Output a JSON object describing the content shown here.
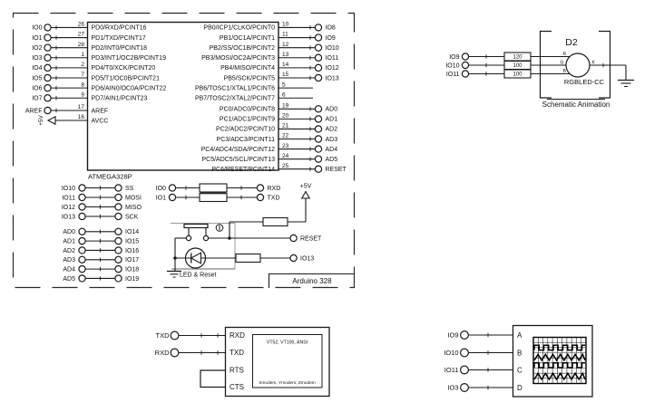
{
  "colors": {
    "line": "#1a1a1a",
    "background": "#ffffff",
    "muted_gray": "#9a9a9a"
  },
  "arduino_block": {
    "label": "Arduino 328",
    "ic": {
      "name": "ATMEGA328P",
      "left_pins": [
        {
          "num": "26",
          "label": "PD0/RXD/PCINT16",
          "term": "IO0"
        },
        {
          "num": "27",
          "label": "PD1/TXD/PCINT17",
          "term": "IO1"
        },
        {
          "num": "28",
          "label": "PD2/INT0/PCINT18",
          "term": "IO2"
        },
        {
          "num": "1",
          "label": "PD3/INT1/OC2B/PCINT19",
          "term": "IO3"
        },
        {
          "num": "2",
          "label": "PD4/T0/XCK/PCINT20",
          "term": "IO4"
        },
        {
          "num": "7",
          "label": "PD5/T1/OC0B/PCINT21",
          "term": "IO5"
        },
        {
          "num": "8",
          "label": "PD6/AIN0/OC0A/PCINT22",
          "term": "IO6"
        },
        {
          "num": "9",
          "label": "PD7/AIN1/PCINT23",
          "term": "IO7"
        },
        {
          "num": "17",
          "label": "AREF",
          "term": "AREF"
        }
      ],
      "avcc": {
        "num": "16",
        "label": "AVCC",
        "power": "+5V"
      },
      "right_pins_pb": [
        {
          "num": "10",
          "label": "PB0/ICP1/CLKO/PCINT0",
          "term": "IO8"
        },
        {
          "num": "11",
          "label": "PB1/OC1A/PCINT1",
          "term": "IO9"
        },
        {
          "num": "12",
          "pre": "PB2/",
          "ovl": "SS",
          "post": "/OC1B/PCINT2",
          "term": "IO10"
        },
        {
          "num": "13",
          "label": "PB3/MOSI/OC2A/PCINT3",
          "term": "IO11"
        },
        {
          "num": "14",
          "label": "PB4/MISO/PCINT4",
          "term": "IO12"
        },
        {
          "num": "15",
          "label": "PB5/SCK/PCINT5",
          "term": "IO13"
        },
        {
          "num": "5",
          "label": "PB6/TOSC1/XTAL1/PCINT6"
        },
        {
          "num": "6",
          "label": "PB7/TOSC2/XTAL2/PCINT7"
        }
      ],
      "right_pins_pc": [
        {
          "num": "19",
          "label": "PC0/ADC0/PCINT8",
          "term": "AD0"
        },
        {
          "num": "20",
          "label": "PC1/ADC1/PCINT9",
          "term": "AD1"
        },
        {
          "num": "21",
          "label": "PC2/ADC2/PCINT10",
          "term": "AD2"
        },
        {
          "num": "22",
          "label": "PC3/ADC3/PCINT11",
          "term": "AD3"
        },
        {
          "num": "23",
          "label": "PC4/ADC4/SDA/PCINT12",
          "term": "AD4"
        },
        {
          "num": "24",
          "label": "PC5/ADC5/SCL/PCINT13",
          "term": "AD5"
        },
        {
          "num": "25",
          "pre": "PC6/",
          "ovl": "RESET",
          "post": "/PCINT14",
          "term": "RESET"
        }
      ]
    },
    "pairs_spi": [
      {
        "left": "IO10",
        "right": "SS"
      },
      {
        "left": "IO11",
        "right": "MOSI"
      },
      {
        "left": "IO12",
        "right": "MISO"
      },
      {
        "left": "IO13",
        "right": "SCK"
      }
    ],
    "pairs_adc": [
      {
        "left": "AD0",
        "right": "IO14"
      },
      {
        "left": "AD1",
        "right": "IO15"
      },
      {
        "left": "AD2",
        "right": "IO16"
      },
      {
        "left": "AD3",
        "right": "IO17"
      },
      {
        "left": "AD4",
        "right": "IO18"
      },
      {
        "left": "AD5",
        "right": "IO19"
      }
    ],
    "serial_rows": [
      {
        "left": "IO0",
        "right": "RXD"
      },
      {
        "left": "IO1",
        "right": "TXD"
      }
    ],
    "led_reset": {
      "caption": "LED & Reset",
      "power_label": "+5V",
      "reset_term": "RESET",
      "led_term": "IO13"
    }
  },
  "rgb_led": {
    "designator": "D2",
    "part": "RGBLED-CC",
    "caption": "Schematic Animation",
    "cathode_pin": "K",
    "inputs": [
      {
        "term": "IO9",
        "value": "120",
        "pin": "R"
      },
      {
        "term": "IO10",
        "value": "100",
        "pin": "G"
      },
      {
        "term": "IO11",
        "value": "100",
        "pin": "B"
      }
    ]
  },
  "terminal": {
    "rows": [
      {
        "term": "TXD",
        "pin": "RXD"
      },
      {
        "term": "RXD",
        "pin": "TXD"
      }
    ],
    "loop_pins": [
      "RTS",
      "CTS"
    ],
    "emulation": "VT52, VT100, ANSI",
    "protocols": "Xmodem, Ymodem, Zmodem"
  },
  "oscilloscope": {
    "channels": [
      {
        "term": "IO9",
        "pin": "A"
      },
      {
        "term": "IO10",
        "pin": "B"
      },
      {
        "term": "IO11",
        "pin": "C"
      },
      {
        "term": "IO3",
        "pin": "D"
      }
    ]
  }
}
